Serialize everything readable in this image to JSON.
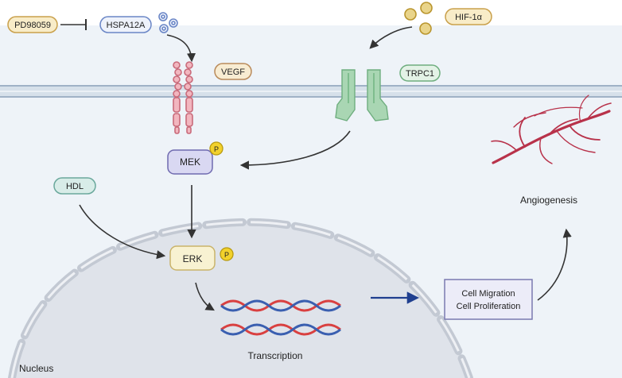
{
  "labels": {
    "pd98059": "PD98059",
    "hspa12a": "HSPA12A",
    "hif1a": "HIF-1α",
    "vegf": "VEGF",
    "trpc1": "TRPC1",
    "mek": "MEK",
    "mek_p": "P",
    "hdl": "HDL",
    "erk": "ERK",
    "erk_p": "P",
    "transcription": "Transcription",
    "nucleus": "Nucleus",
    "angiogenesis": "Angiogenesis",
    "cell_migration": "Cell Migration",
    "cell_proliferation": "Cell Proliferation"
  },
  "colors": {
    "cytoplasm": "#eef3f8",
    "membrane": "#c9d6e4",
    "nucleus": "#dfe3ea",
    "receptor": "#c96a7a",
    "channel": "#8cc49b",
    "phospho": "#f2d12c",
    "dna_red": "#d94040",
    "dna_blue": "#3a5fb0",
    "vessel": "#b8324a",
    "output_arrow": "#1f3f8f"
  }
}
